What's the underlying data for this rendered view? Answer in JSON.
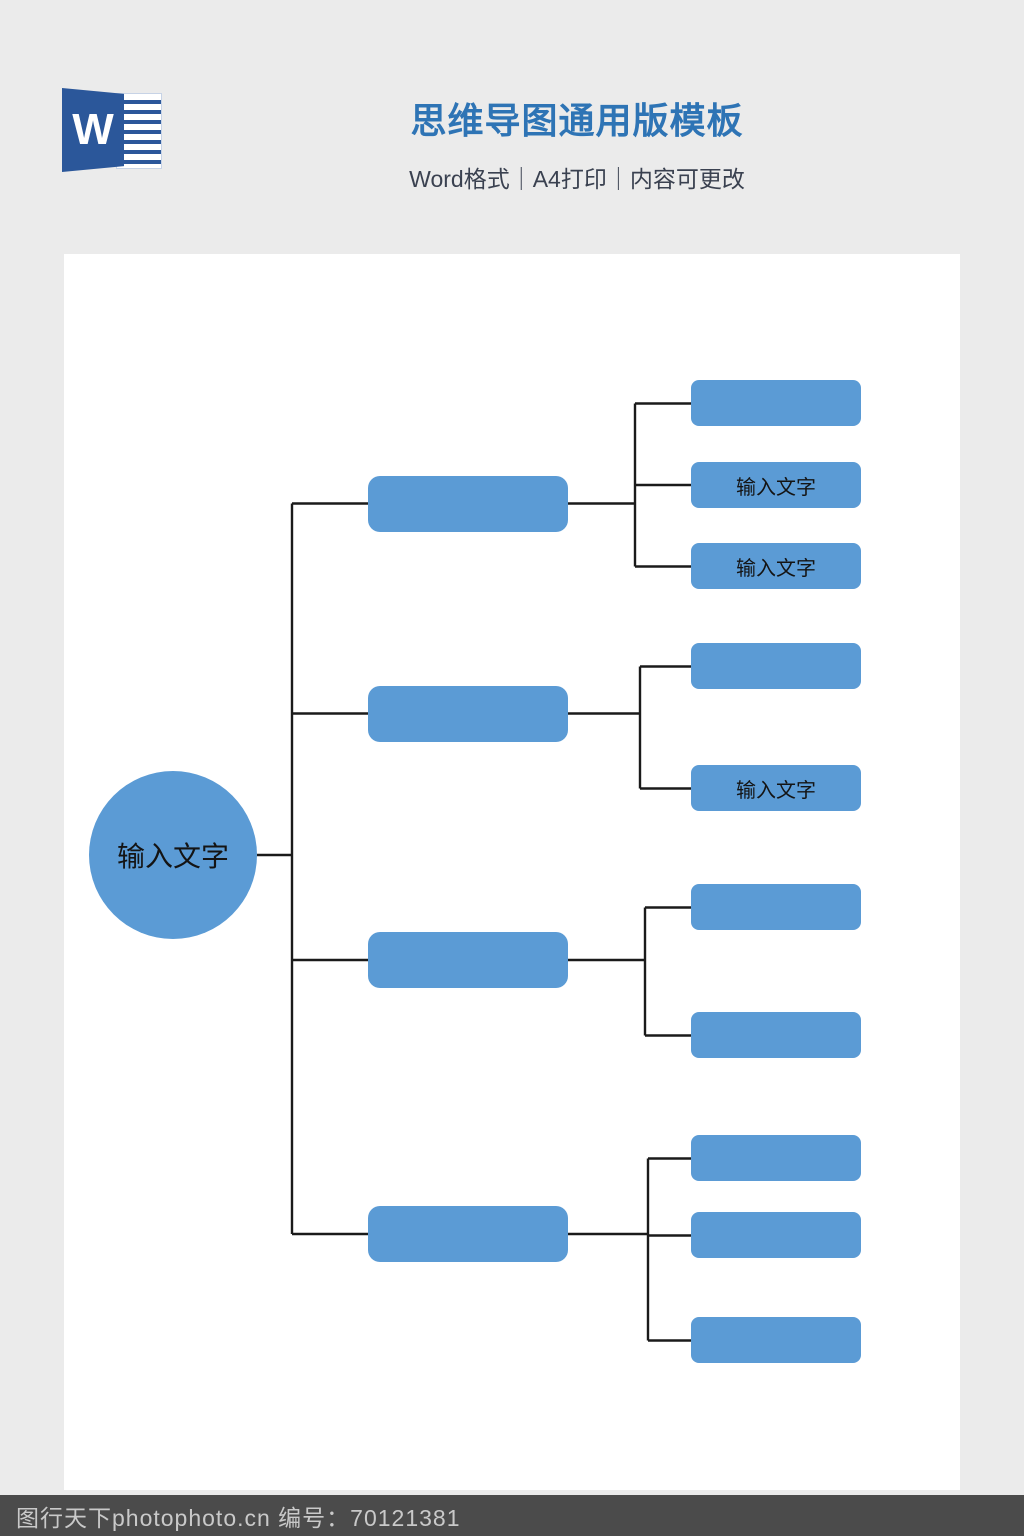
{
  "header": {
    "logo": {
      "letter": "W"
    },
    "title": "思维导图通用版模板",
    "subtitle": "Word格式｜A4打印｜内容可更改"
  },
  "mindmap": {
    "root": {
      "label": "输入文字"
    },
    "branches": [
      {
        "label": "",
        "children": [
          {
            "label": ""
          },
          {
            "label": "输入文字"
          },
          {
            "label": "输入文字"
          }
        ]
      },
      {
        "label": "",
        "children": [
          {
            "label": ""
          },
          {
            "label": "输入文字"
          }
        ]
      },
      {
        "label": "",
        "children": [
          {
            "label": ""
          },
          {
            "label": ""
          }
        ]
      },
      {
        "label": "",
        "children": [
          {
            "label": ""
          },
          {
            "label": ""
          },
          {
            "label": ""
          }
        ]
      }
    ]
  },
  "colors": {
    "node_fill": "#5b9bd5",
    "connector_line": "#1a1a1a",
    "title_blue": "#2e74b5",
    "footer_bg": "#4b4b4b",
    "page_bg": "#ebebeb",
    "word_logo_blue": "#2b579a"
  },
  "footer": {
    "text": "图行天下photophoto.cn 编号：70121381"
  }
}
